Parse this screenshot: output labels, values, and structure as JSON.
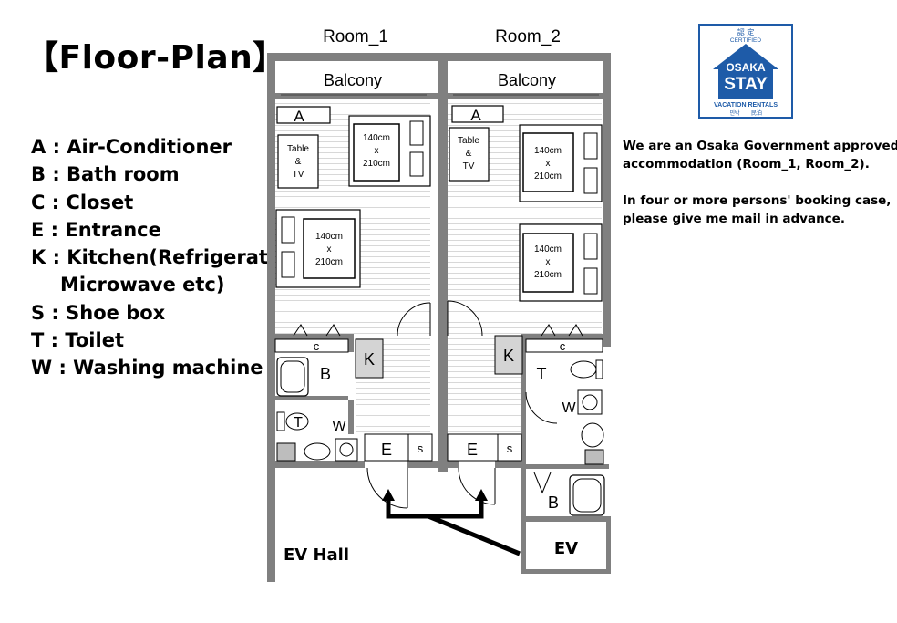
{
  "title": "【Floor-Plan】",
  "legend": [
    "A : Air-Conditioner",
    "B : Bath room",
    "C : Closet",
    "E : Entrance",
    "K : Kitchen(Refrigerator,",
    "Microwave etc)",
    "S : Shoe box",
    "T : Toilet",
    "W : Washing machine"
  ],
  "info": {
    "line1": "We are an Osaka Government approved",
    "line2": "accommodation (Room_1, Room_2).",
    "line3": "In four or more persons' booking case,",
    "line4": "please give me mail in advance."
  },
  "badge": {
    "kanji": "認 定",
    "certified": "CERTIFIED",
    "osaka": "OSAKA",
    "stay": "STAY",
    "vacation": "VACATION RENTALS",
    "korean": "민박",
    "minpaku": "民泊",
    "color": "#1e5ba8"
  },
  "plan": {
    "room1": "Room_1",
    "room2": "Room_2",
    "balcony": "Balcony",
    "ac": "A",
    "table": "Table",
    "amp": "&",
    "tv": "TV",
    "bed_w": "140cm",
    "bed_x": "x",
    "bed_h": "210cm",
    "closet": "c",
    "kitchen": "K",
    "bath": "B",
    "toilet": "T",
    "washer": "W",
    "entrance": "E",
    "shoebox": "s",
    "ev_hall": "EV Hall",
    "ev": "EV"
  }
}
